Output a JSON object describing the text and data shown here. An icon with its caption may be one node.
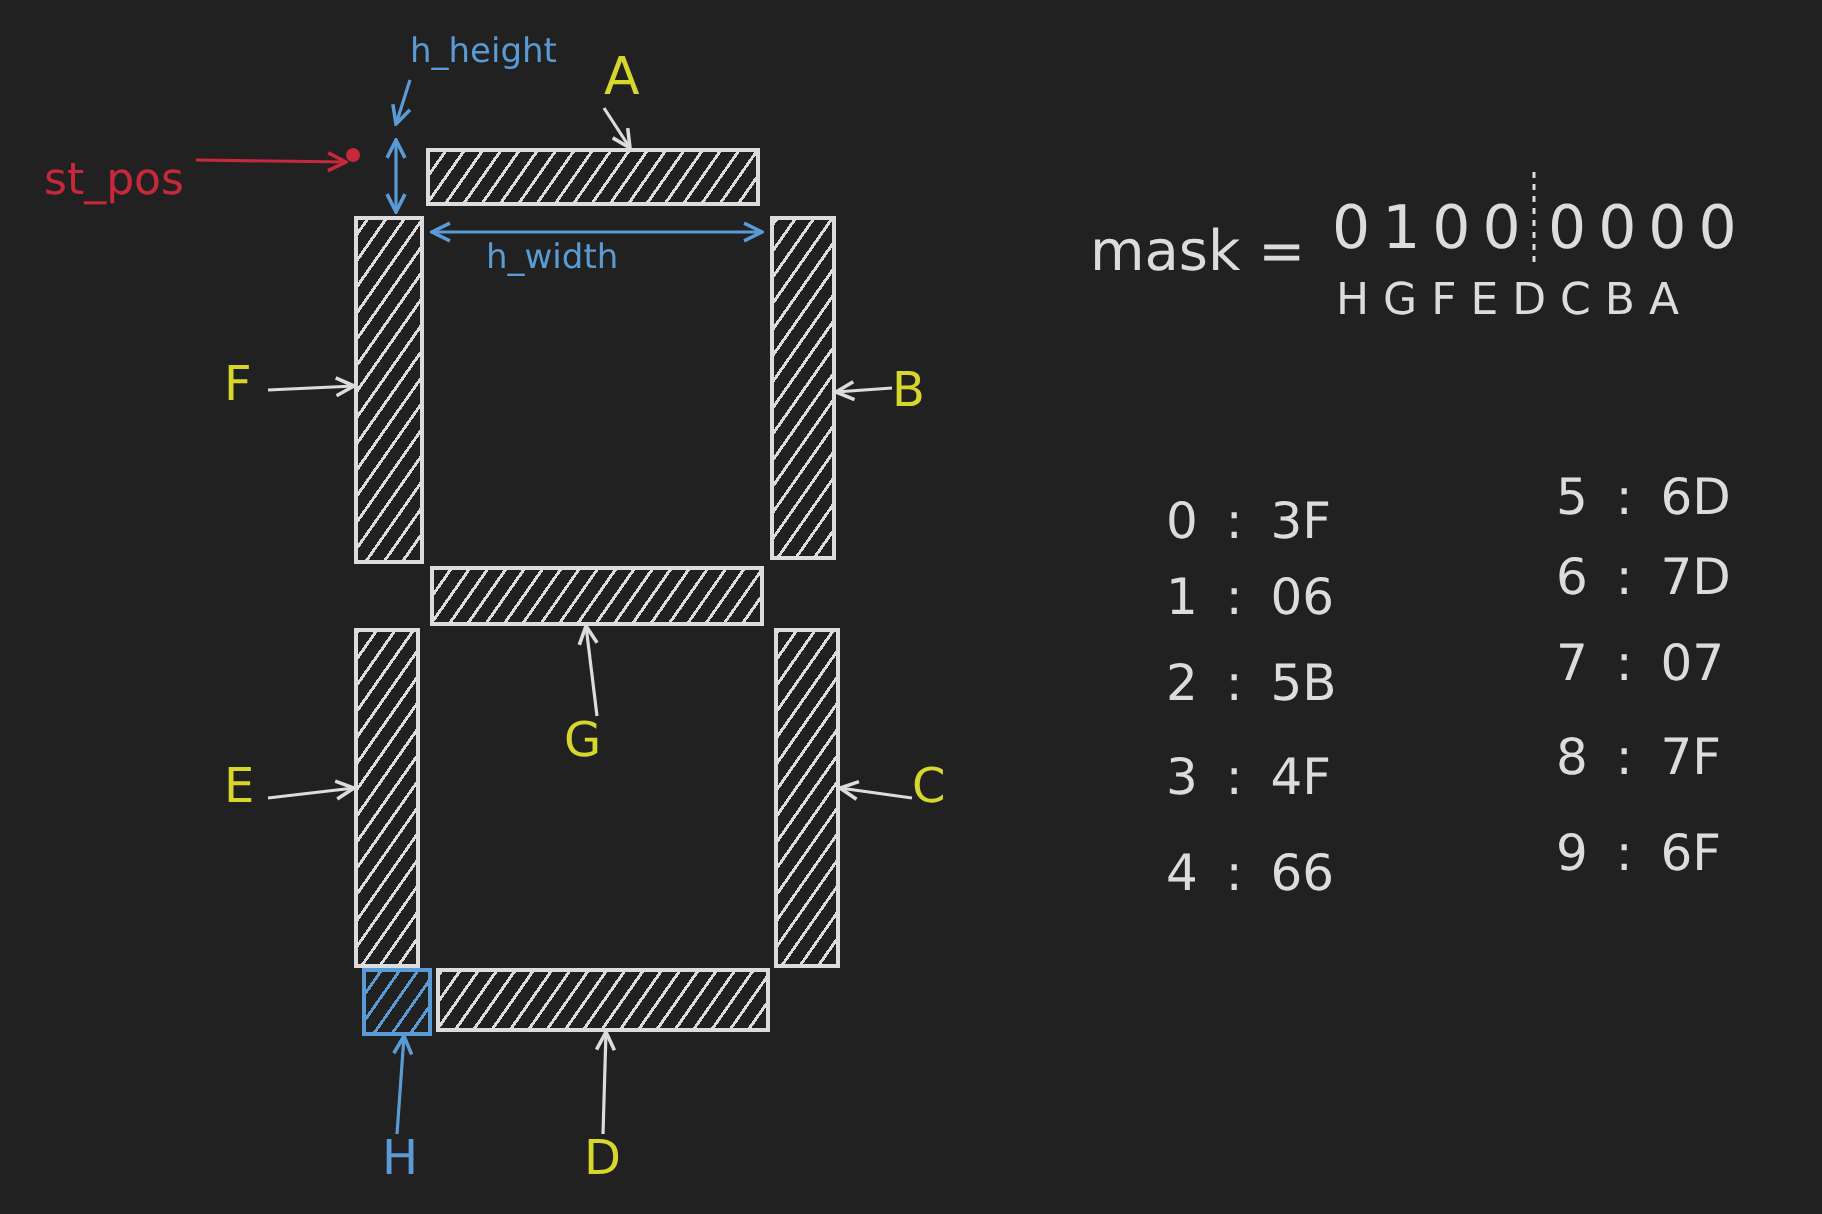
{
  "diagram": {
    "nodes": [
      {
        "text": [
          "st_pos"
        ]
      },
      {
        "text": [],
        "shape": "circle"
      },
      {
        "text": [
          "h_height"
        ]
      },
      {
        "text": [
          "A"
        ]
      },
      {
        "text": [],
        "shape": "bar"
      },
      {
        "text": [
          "F"
        ]
      },
      {
        "text": [],
        "shape": "bar"
      },
      {
        "text": [],
        "shape": "bar"
      },
      {
        "text": [
          "B"
        ]
      },
      {
        "text": [],
        "shape": "bar"
      },
      {
        "text": [
          "G"
        ]
      },
      {
        "text": [
          "E"
        ]
      },
      {
        "text": [],
        "shape": "bar"
      },
      {
        "text": [],
        "shape": "bar"
      },
      {
        "text": [
          "C"
        ]
      },
      {
        "text": [],
        "shape": "bar"
      },
      {
        "text": [],
        "shape": "bar"
      },
      {
        "text": [
          "H"
        ]
      },
      {
        "text": [
          "D"
        ]
      }
    ],
    "edges": [
      {
        "from": 0,
        "to": 1,
        "arrow": "to",
        "color": "#c8283c"
      },
      {
        "from": 2,
        "to": null,
        "arrow": "to",
        "color": "#5b9bd5"
      },
      {
        "from": 3,
        "to": 4,
        "arrow": "to"
      },
      {
        "from": 5,
        "to": 6,
        "arrow": "to"
      },
      {
        "from": 8,
        "to": 7,
        "arrow": "to"
      },
      {
        "from": 10,
        "to": 9,
        "arrow": "to"
      },
      {
        "from": 11,
        "to": 12,
        "arrow": "to"
      },
      {
        "from": 14,
        "to": 13,
        "arrow": "to"
      },
      {
        "from": 17,
        "to": 15,
        "arrow": "to",
        "color": "#5b9bd5"
      },
      {
        "from": 18,
        "to": 16,
        "arrow": "to"
      }
    ],
    "labels": [
      "h_width",
      "mask =",
      "0100",
      "0000",
      "H G F E D C B A",
      "0 : 3F",
      "5 : 6D",
      "1 : 06",
      "6 : 7D",
      "2 : 5B",
      "7 : 07",
      "3 : 4F",
      "8 : 7F",
      "4 : 66",
      "9 : 6F"
    ]
  }
}
